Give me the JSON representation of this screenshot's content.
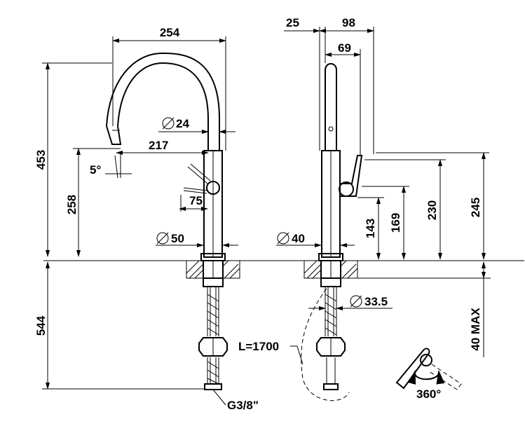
{
  "dimensions": {
    "front_width": "254",
    "pipe_dia": "24",
    "reach": "217",
    "angle": "5°",
    "total_height": "453",
    "spout_height": "258",
    "lever": "75",
    "base_dia": "50",
    "below_height": "544",
    "thread": "G3/8\"",
    "side_offset": "25",
    "side_depth": "98",
    "side_handle": "69",
    "side_base_dia": "40",
    "hose_dia": "33.5",
    "hose_length": "L=1700",
    "h143": "143",
    "h169": "169",
    "h230": "230",
    "h245": "245",
    "max_thickness": "40 MAX",
    "rotation": "360°"
  }
}
